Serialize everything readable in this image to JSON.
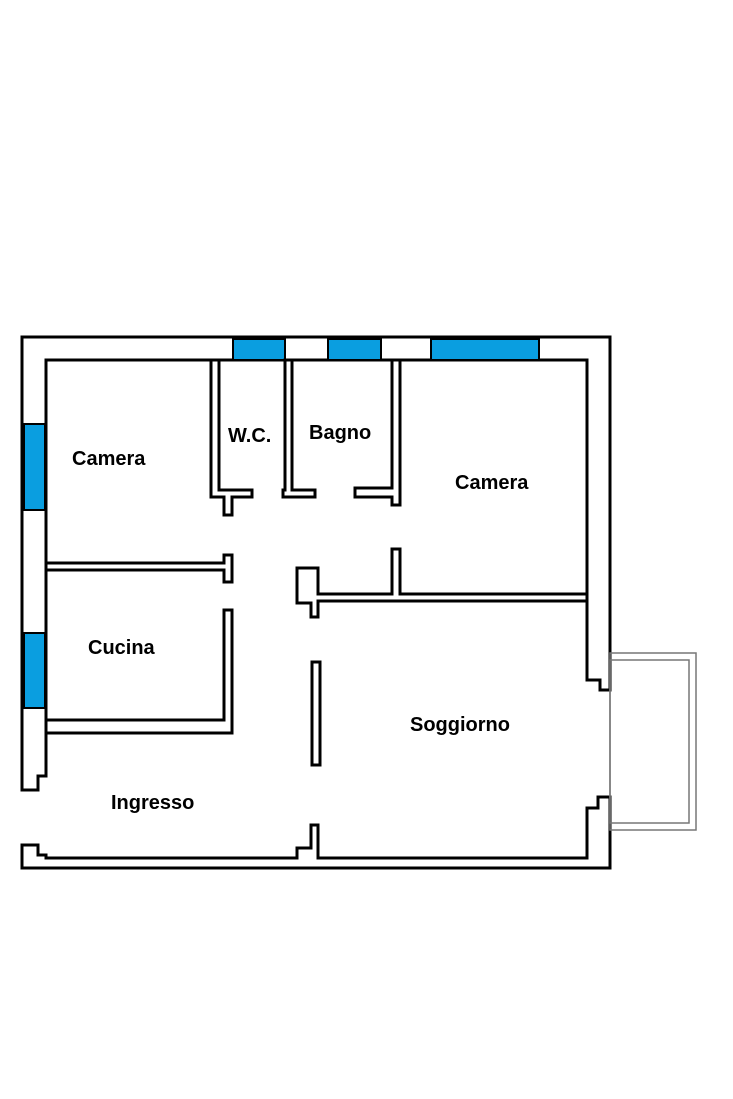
{
  "rooms": {
    "camera_left": "Camera",
    "wc": "W.C.",
    "bagno": "Bagno",
    "camera_right": "Camera",
    "cucina": "Cucina",
    "soggiorno": "Soggiorno",
    "ingresso": "Ingresso"
  },
  "colors": {
    "window": "#0a9ee0",
    "wall": "#000000",
    "balcony": "#777777"
  }
}
